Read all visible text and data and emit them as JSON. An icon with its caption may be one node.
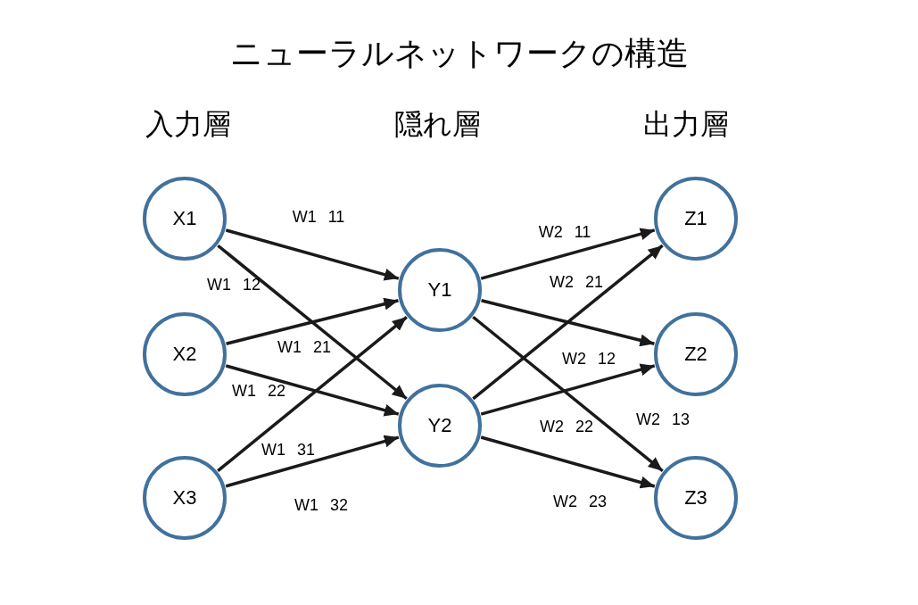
{
  "diagram": {
    "title": "ニューラルネットワークの構造",
    "nodes": [
      {
        "text": [
          "X1"
        ]
      },
      {
        "text": [
          "X2"
        ]
      },
      {
        "text": [
          "X3"
        ]
      },
      {
        "text": [
          "Y1"
        ]
      },
      {
        "text": [
          "Y2"
        ]
      },
      {
        "text": [
          "Z1"
        ]
      },
      {
        "text": [
          "Z2"
        ]
      },
      {
        "text": [
          "Z3"
        ]
      }
    ],
    "edges": [
      {
        "from": 0,
        "to": 3,
        "arrow": "to",
        "label": "W1 11"
      },
      {
        "from": 0,
        "to": 4,
        "arrow": "to",
        "label": "W1 12"
      },
      {
        "from": 1,
        "to": 3,
        "arrow": "to",
        "label": "W1 21"
      },
      {
        "from": 1,
        "to": 4,
        "arrow": "to",
        "label": "W1 22"
      },
      {
        "from": 2,
        "to": 3,
        "arrow": "to",
        "label": "W1 31"
      },
      {
        "from": 2,
        "to": 4,
        "arrow": "to",
        "label": "W1 32"
      },
      {
        "from": 3,
        "to": 5,
        "arrow": "to",
        "label": "W2 11"
      },
      {
        "from": 4,
        "to": 5,
        "arrow": "to",
        "label": "W2 21"
      },
      {
        "from": 3,
        "to": 6,
        "arrow": "to",
        "label": "W2 12"
      },
      {
        "from": 4,
        "to": 6,
        "arrow": "to",
        "label": "W2 22"
      },
      {
        "from": 3,
        "to": 7,
        "arrow": "to",
        "label": "W2 13"
      },
      {
        "from": 4,
        "to": 7,
        "arrow": "to",
        "label": "W2 23"
      }
    ],
    "labels": [
      "入力層",
      "隠れ層",
      "出力層"
    ]
  }
}
